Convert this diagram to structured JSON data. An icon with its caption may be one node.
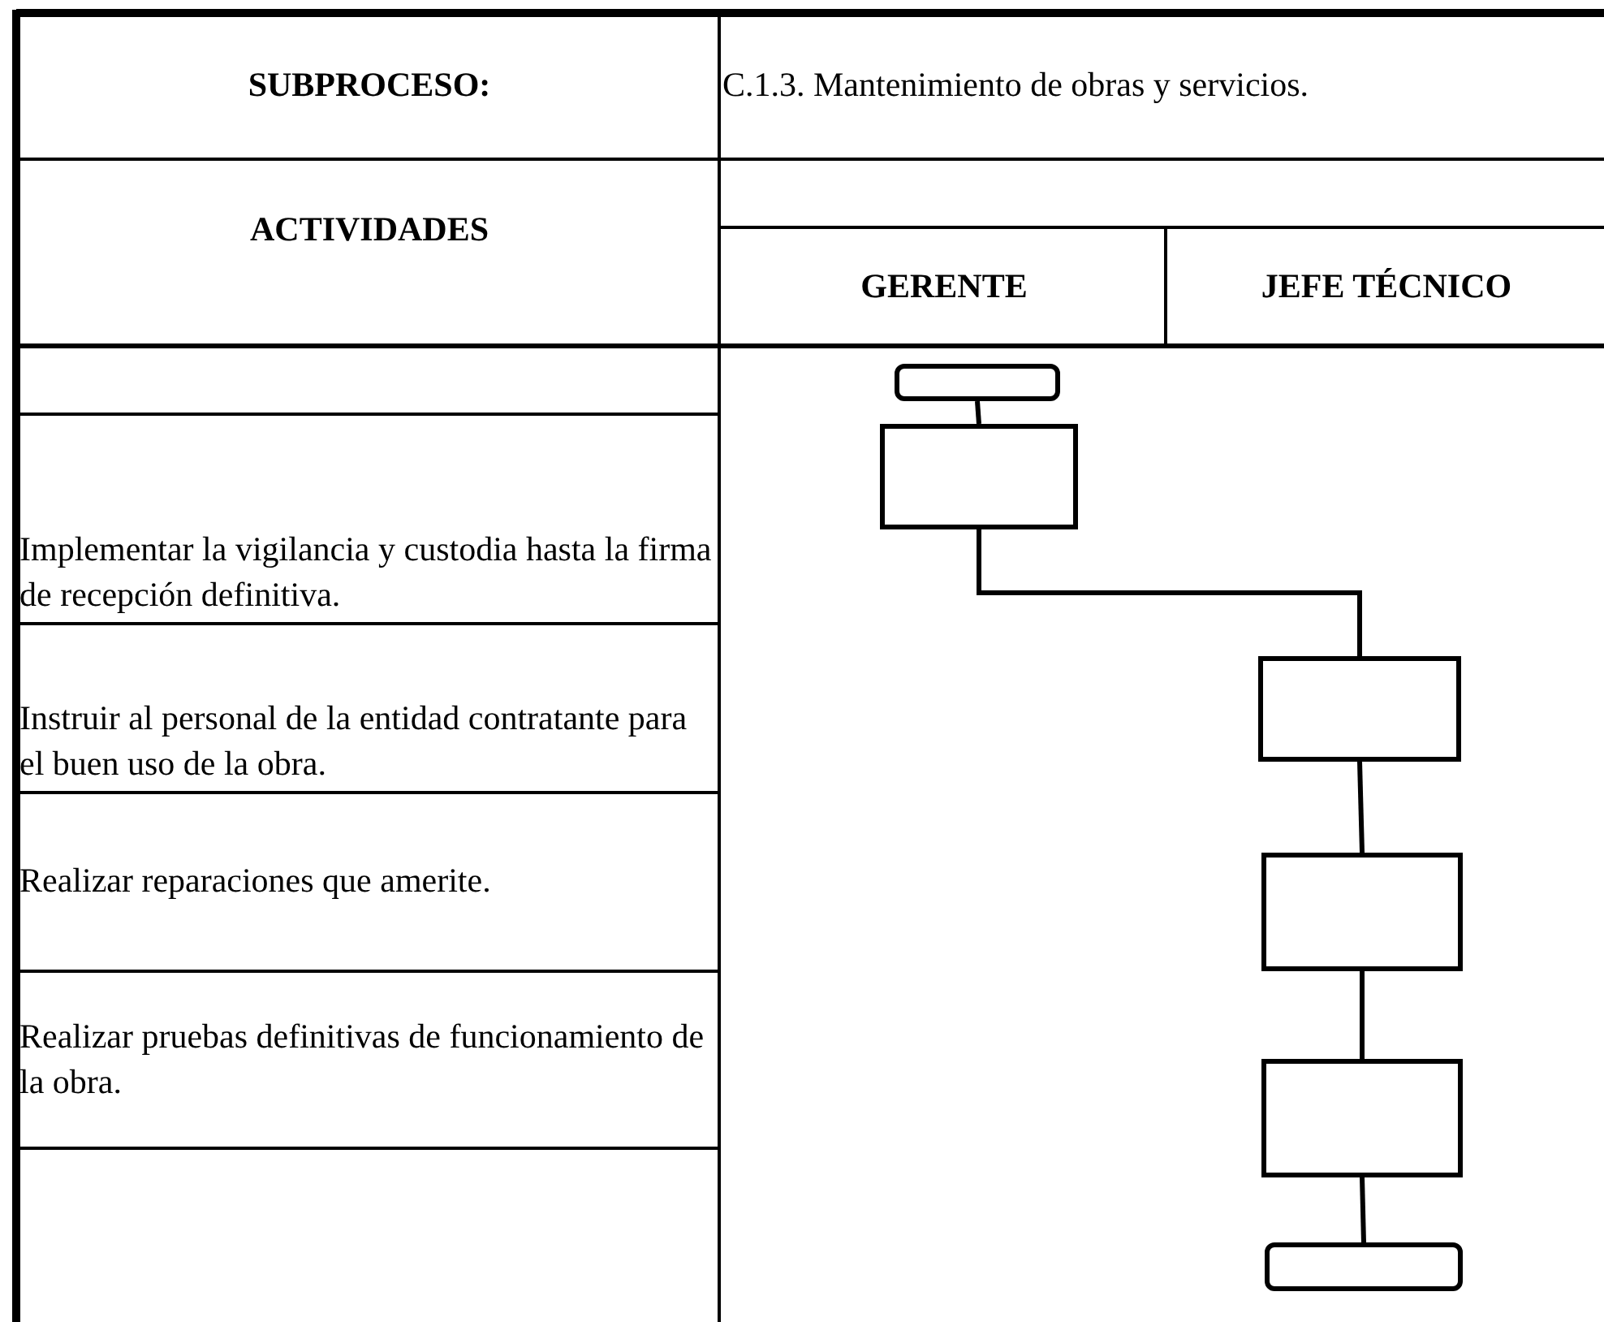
{
  "diagram": {
    "nodes": [
      {
        "text": [],
        "shape": "pill"
      },
      {
        "text": [],
        "shape": "box"
      },
      {
        "text": [],
        "shape": "box"
      },
      {
        "text": [],
        "shape": "box"
      },
      {
        "text": [],
        "shape": "box"
      },
      {
        "text": [],
        "shape": "pill"
      }
    ],
    "edges": [
      {
        "from": 0,
        "to": 1,
        "arrow": "none"
      },
      {
        "from": 1,
        "to": 2,
        "arrow": "none"
      },
      {
        "from": 2,
        "to": 3,
        "arrow": "none"
      },
      {
        "from": 3,
        "to": 4,
        "arrow": "none"
      },
      {
        "from": 4,
        "to": 5,
        "arrow": "none"
      }
    ],
    "labels": [
      "SUBPROCESO:",
      "C.1.3. Mantenimiento de obras y servicios.",
      "ACTIVIDADES",
      "GERENTE",
      "JEFE TÉCNICO",
      "Implementar la vigilancia y custodia hasta la firma de recepción definitiva.",
      "Instruir al personal de la entidad contratante para el buen uso de la obra.",
      "Realizar reparaciones que amerite.",
      "Realizar pruebas definitivas de funcionamiento de la obra."
    ]
  }
}
